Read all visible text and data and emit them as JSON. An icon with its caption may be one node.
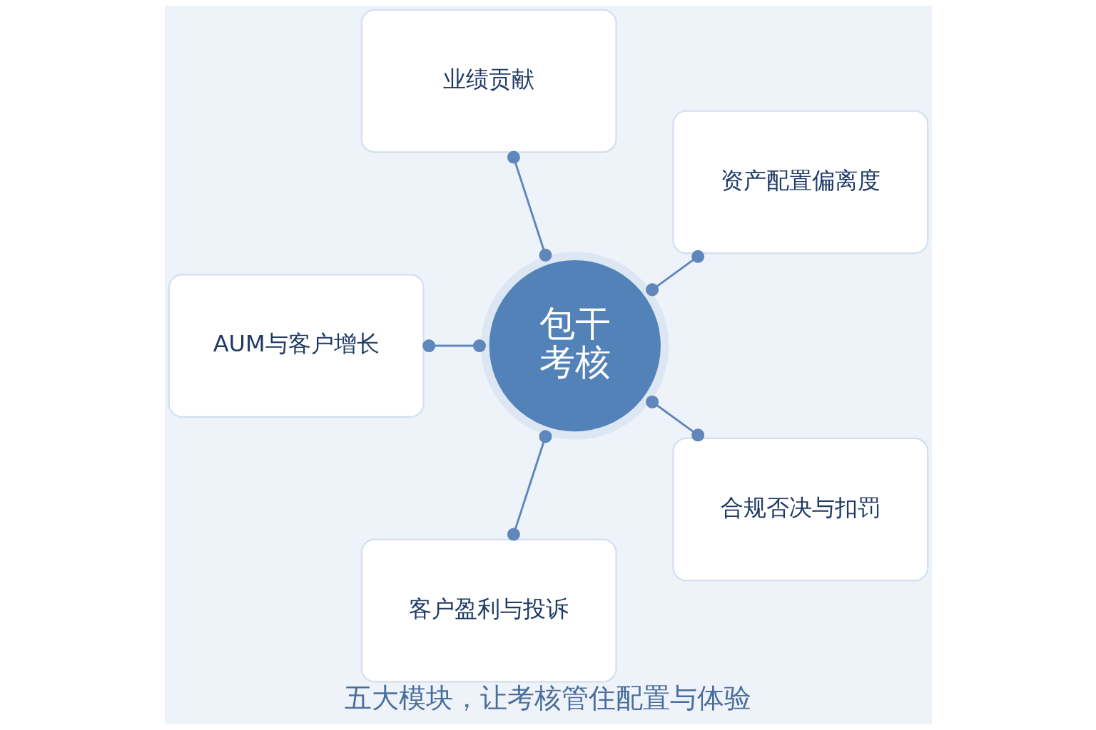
{
  "diagram": {
    "caption": "五大模块，让考核管住配置与体验",
    "nodes": [
      {
        "text": [
          "业绩贡献"
        ]
      },
      {
        "text": [
          "AUM与客户增长"
        ]
      },
      {
        "text": [
          "包干考核"
        ]
      },
      {
        "text": [
          "资产配置偏离度"
        ]
      },
      {
        "text": [
          "客户盈利与投诉"
        ]
      },
      {
        "text": [
          "合规否决与扣罚"
        ]
      }
    ],
    "edges": [
      {
        "from": 2,
        "to": 0,
        "arrow": "other"
      },
      {
        "from": 2,
        "to": 1,
        "arrow": "other"
      },
      {
        "from": 2,
        "to": 3,
        "arrow": "other"
      },
      {
        "from": 2,
        "to": 4,
        "arrow": "other"
      },
      {
        "from": 2,
        "to": 5,
        "arrow": "other"
      }
    ]
  }
}
